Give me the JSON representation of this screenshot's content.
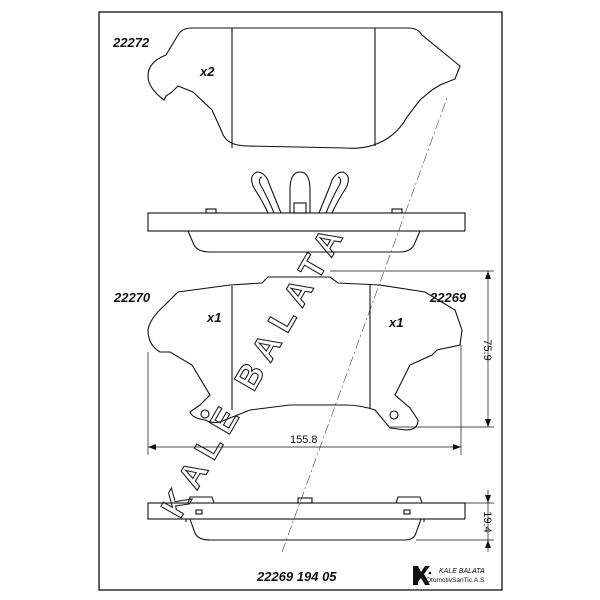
{
  "labels": {
    "top_part_code": "22272",
    "top_quantity": "x2",
    "left_part_code": "22270",
    "right_part_code": "22269",
    "left_quantity": "x1",
    "right_quantity": "x1",
    "width_dimension": "155.8",
    "height_dimension": "75.9",
    "thickness_dimension": "19.4",
    "footer_part_number": "22269 194 05"
  },
  "watermark": {
    "text": "KALE BALATA"
  },
  "brand": {
    "name": "KALE BALATA",
    "company": "OtomotivSanTic.A.S"
  },
  "colors": {
    "line": "#111111",
    "background": "#ffffff"
  }
}
